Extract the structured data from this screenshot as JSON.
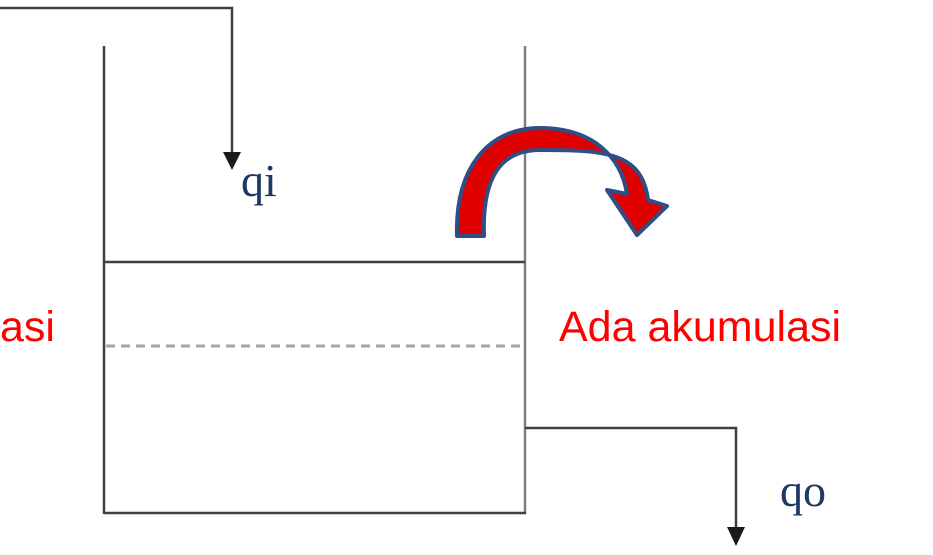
{
  "labels": {
    "inflow": "qi",
    "outflow": "qo",
    "accumulation": "Ada akumulasi",
    "left_partial": "asi"
  },
  "colors": {
    "line": "#404040",
    "wall_right": "#7f7f7f",
    "dashed_level": "#a6a6a6",
    "flow_label": "#1f3864",
    "accumulation_text": "#ff0000",
    "arrow_fill": "#e00000",
    "arrow_stroke": "#2f4d86"
  },
  "icons": {
    "inflow_arrowhead": "arrow-down-icon",
    "outflow_arrowhead": "arrow-down-icon",
    "curved_arrow": "curved-arrow-icon"
  }
}
